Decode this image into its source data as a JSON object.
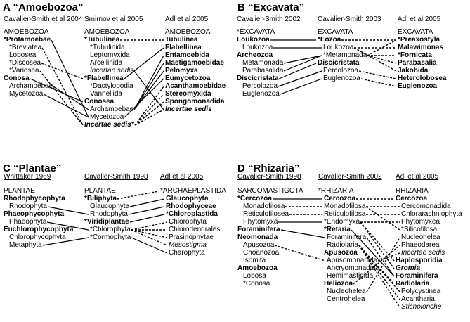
{
  "panels": [
    {
      "letter": "A",
      "title": "“Amoebozoa”",
      "columns": [
        {
          "head": "Cavalier-Smith et al 2004",
          "items": [
            {
              "text": "AMOEBOZOA"
            },
            {
              "text": "*Protamoebae",
              "bold": true
            },
            {
              "text": "*Breviatea"
            },
            {
              "text": "Lobosea"
            },
            {
              "text": "*Discosea"
            },
            {
              "text": "*Variosea"
            },
            {
              "text": "Conosa",
              "bold": true
            },
            {
              "text": "Archamoebae"
            },
            {
              "text": "Mycetozoa"
            }
          ]
        },
        {
          "head": "Smirnov et al 2005",
          "items": [
            {
              "text": "AMOEBOZOA"
            },
            {
              "text": "*Tubulinea",
              "bold": true
            },
            {
              "text": "*Tubulinida"
            },
            {
              "text": "Leptomyxida"
            },
            {
              "text": "Arcellinida"
            },
            {
              "text": "Incertae sedis",
              "italic": true
            },
            {
              "text": "*Flabellinea",
              "bold": true
            },
            {
              "text": "*Dactylopodia"
            },
            {
              "text": "Vannellida"
            },
            {
              "text": "Conosea",
              "bold": true
            },
            {
              "text": "Archamoebae"
            },
            {
              "text": "Mycetozoa"
            },
            {
              "text": "Incertae sedis*",
              "bold": true,
              "italic": true
            }
          ]
        },
        {
          "head": "Adl et al 2005",
          "items": [
            {
              "text": "AMOEBOZOA"
            },
            {
              "text": "Tubulinea",
              "bold": true
            },
            {
              "text": "Flabellinea",
              "bold": true
            },
            {
              "text": "Entamoebida",
              "bold": true
            },
            {
              "text": "Mastigamoebidae",
              "bold": true
            },
            {
              "text": "Pelomyxa",
              "bold": true
            },
            {
              "text": "Eumycetozoa",
              "bold": true
            },
            {
              "text": "Acanthamoebidae",
              "bold": true
            },
            {
              "text": "Stereomyxida",
              "bold": true
            },
            {
              "text": "Spongomonadida",
              "bold": true
            },
            {
              "text": "Incertae sedis",
              "bold": true,
              "italic": true
            }
          ]
        }
      ]
    },
    {
      "letter": "B",
      "title": "“Excavata”",
      "columns": [
        {
          "head": "Cavalier-Smith 2002",
          "items": [
            {
              "text": "*EXCAVATA"
            },
            {
              "text": "Loukozoa",
              "bold": true
            },
            {
              "text": "Loukozoa"
            },
            {
              "text": "Archeozoa",
              "bold": true
            },
            {
              "text": "Metamonada"
            },
            {
              "text": "Parabasalida"
            },
            {
              "text": "Discicristata",
              "bold": true
            },
            {
              "text": "Percolozoa"
            },
            {
              "text": "Euglenozoa"
            }
          ]
        },
        {
          "head": "Cavalier-Smith 2003",
          "items": [
            {
              "text": "EXCAVATA"
            },
            {
              "text": "*Eozoa",
              "bold": true
            },
            {
              "text": "Loukozoa"
            },
            {
              "text": "*Metamonada"
            },
            {
              "text": "Discicristata",
              "bold": true
            },
            {
              "text": "Percolozoa"
            },
            {
              "text": "Euglenozoa"
            }
          ]
        },
        {
          "head": "Adl et al 2005",
          "items": [
            {
              "text": "EXCAVATA"
            },
            {
              "text": "*Preaxostyla",
              "bold": true
            },
            {
              "text": "Malawimonas",
              "bold": true
            },
            {
              "text": "*Fornicata",
              "bold": true
            },
            {
              "text": "Parabasalia",
              "bold": true
            },
            {
              "text": "Jakobida",
              "bold": true
            },
            {
              "text": "Heterolobosea",
              "bold": true
            },
            {
              "text": "Euglenozoa",
              "bold": true
            }
          ]
        }
      ]
    },
    {
      "letter": "C",
      "title": "“Plantae”",
      "columns": [
        {
          "head": "Whittaker 1969",
          "items": [
            {
              "text": "PLANTAE"
            },
            {
              "text": "Rhodophycophyta",
              "bold": true
            },
            {
              "text": "Rhodophyta"
            },
            {
              "text": "Phaeophycophyta",
              "bold": true
            },
            {
              "text": "Phaeophyta"
            },
            {
              "text": "Euchlorophycophyta",
              "bold": true
            },
            {
              "text": "Chlorophycophyta"
            },
            {
              "text": "Metaphyta"
            }
          ]
        },
        {
          "head": "Cavalier-Smith 1998",
          "items": [
            {
              "text": "PLANTAE"
            },
            {
              "text": "*Biliphyta",
              "bold": true
            },
            {
              "text": "Glaucophyta"
            },
            {
              "text": "Rhodophyta"
            },
            {
              "text": "*Viridiplantae",
              "bold": true
            },
            {
              "text": "*Chlorophyta"
            },
            {
              "text": "*Cormophyta"
            }
          ]
        },
        {
          "head": "Adl et al 2005",
          "items": [
            {
              "text": "*ARCHAEPLASTIDA"
            },
            {
              "text": "Glaucophyta",
              "bold": true
            },
            {
              "text": "Rhodophyceae",
              "bold": true
            },
            {
              "text": "*Chloroplastida",
              "bold": true
            },
            {
              "text": "Chlorophyta"
            },
            {
              "text": "Chlorodendrales"
            },
            {
              "text": "Prasinophytae"
            },
            {
              "text": "Mesostigma",
              "italic": true
            },
            {
              "text": "Charophyta"
            }
          ]
        }
      ]
    },
    {
      "letter": "D",
      "title": "“Rhizaria”",
      "columns": [
        {
          "head": "Cavalier-Smith 1998",
          "items": [
            {
              "text": "SARCOMASTIGOTA"
            },
            {
              "text": "*Cercozoa",
              "bold": true
            },
            {
              "text": "Monadofilosa"
            },
            {
              "text": "Reticulofilosea"
            },
            {
              "text": "Phytomyxa"
            },
            {
              "text": "Foraminifera",
              "bold": true
            },
            {
              "text": "Neomonada",
              "bold": true
            },
            {
              "text": "Apusozoa"
            },
            {
              "text": "Choanozoa"
            },
            {
              "text": "Isomita"
            },
            {
              "text": "Amoebozoa",
              "bold": true
            },
            {
              "text": "Lobosa"
            },
            {
              "text": "*Conosa"
            }
          ]
        },
        {
          "head": "Cavalier-Smith 2002",
          "items": [
            {
              "text": "*RHIZARIA"
            },
            {
              "text": "Cercozoa",
              "bold": true
            },
            {
              "text": "Monadofilosa"
            },
            {
              "text": "Reticulofilosa"
            },
            {
              "text": "*Endomyxa"
            },
            {
              "text": "*Retaria",
              "bold": true
            },
            {
              "text": "Foraminifera"
            },
            {
              "text": "Radiolaria"
            },
            {
              "text": "Apusozoa",
              "bold": true
            },
            {
              "text": "Apusomonadida"
            },
            {
              "text": "Ancryomonadida"
            },
            {
              "text": "Hemimastigida"
            },
            {
              "text": "Heliozoa",
              "bold": true
            },
            {
              "text": "Nucleohelea"
            },
            {
              "text": "Centrohelea"
            }
          ]
        },
        {
          "head": "Adl et al 2005",
          "items": [
            {
              "text": "RHIZARIA"
            },
            {
              "text": "Cercozoa",
              "bold": true
            },
            {
              "text": "Cercomonadida"
            },
            {
              "text": "Chlorarachniophyta"
            },
            {
              "text": "Phytomyxea"
            },
            {
              "text": "*Silicofilosa"
            },
            {
              "text": "Nucleohelea"
            },
            {
              "text": "Phaeodarea"
            },
            {
              "text": "Incertae sedis",
              "italic": true
            },
            {
              "text": "Haplosporidia",
              "bold": true
            },
            {
              "text": "Gromia",
              "bold": true,
              "italic": true
            },
            {
              "text": "Foraminifera",
              "bold": true
            },
            {
              "text": "Radiolaria",
              "bold": true
            },
            {
              "text": "Polycystinea"
            },
            {
              "text": "Acantharia"
            },
            {
              "text": "Sticholonche",
              "italic": true
            }
          ]
        }
      ]
    }
  ]
}
